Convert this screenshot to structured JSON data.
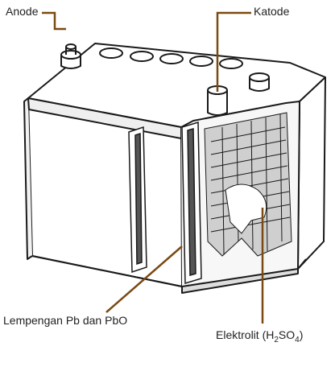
{
  "labels": {
    "anode": "Anode",
    "katode": "Katode",
    "plates": "Lempengan Pb dan PbO",
    "electrolyte_prefix": "Elektrolit (H",
    "electrolyte_sub1": "2",
    "electrolyte_mid": "SO",
    "electrolyte_sub2": "4",
    "electrolyte_suffix": ")"
  },
  "colors": {
    "leader_line": "#7a4a12",
    "outline": "#1a1a1a",
    "shade": "#555555"
  }
}
